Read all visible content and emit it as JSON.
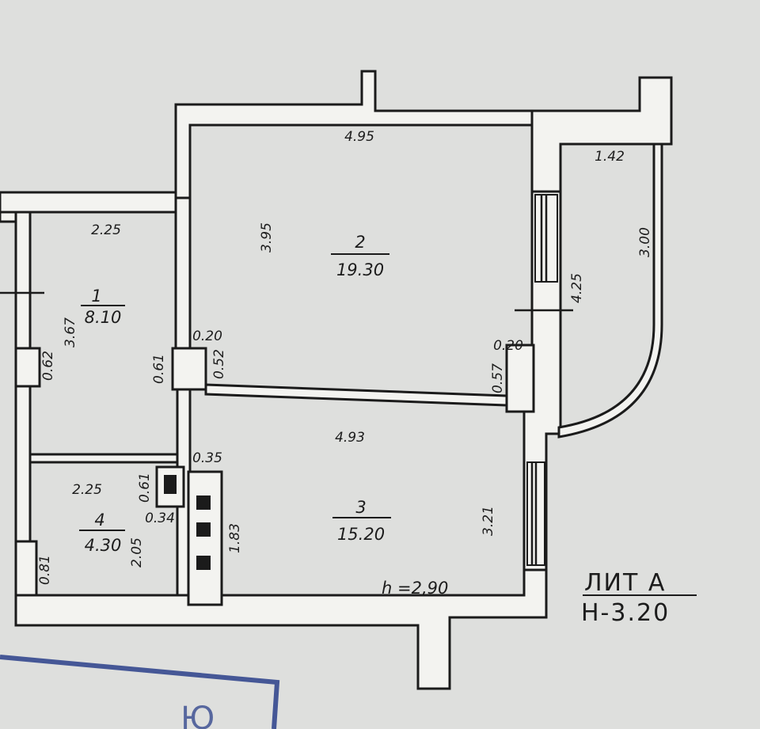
{
  "rooms": [
    {
      "number": "1",
      "area": "8.10"
    },
    {
      "number": "2",
      "area": "19.30"
    },
    {
      "number": "3",
      "area": "15.20"
    },
    {
      "number": "4",
      "area": "4.30"
    }
  ],
  "dims": {
    "r2_width": "4.95",
    "r2_height": "3.95",
    "r1_width": "2.25",
    "r1_height": "3.67",
    "left_door": "0.62",
    "r1_door": "0.61",
    "wall_020_a": "0.20",
    "wall_052": "0.52",
    "wall_020_b": "0.20",
    "wall_057": "0.57",
    "balcony_width": "1.42",
    "balcony_length": "3.00",
    "balcony_side": "4.25",
    "r3_width": "4.93",
    "r3_height": "3.21",
    "shaft_035": "0.35",
    "shaft_183": "1.83",
    "r4_width": "2.25",
    "r4_061": "0.61",
    "r4_034": "0.34",
    "r4_height": "2.05",
    "r4_081": "0.81"
  },
  "ceiling_height": "h =2,90",
  "lit_label": "ЛИТ А",
  "building_height": "Н-3.20",
  "stamp_text": "Ю"
}
